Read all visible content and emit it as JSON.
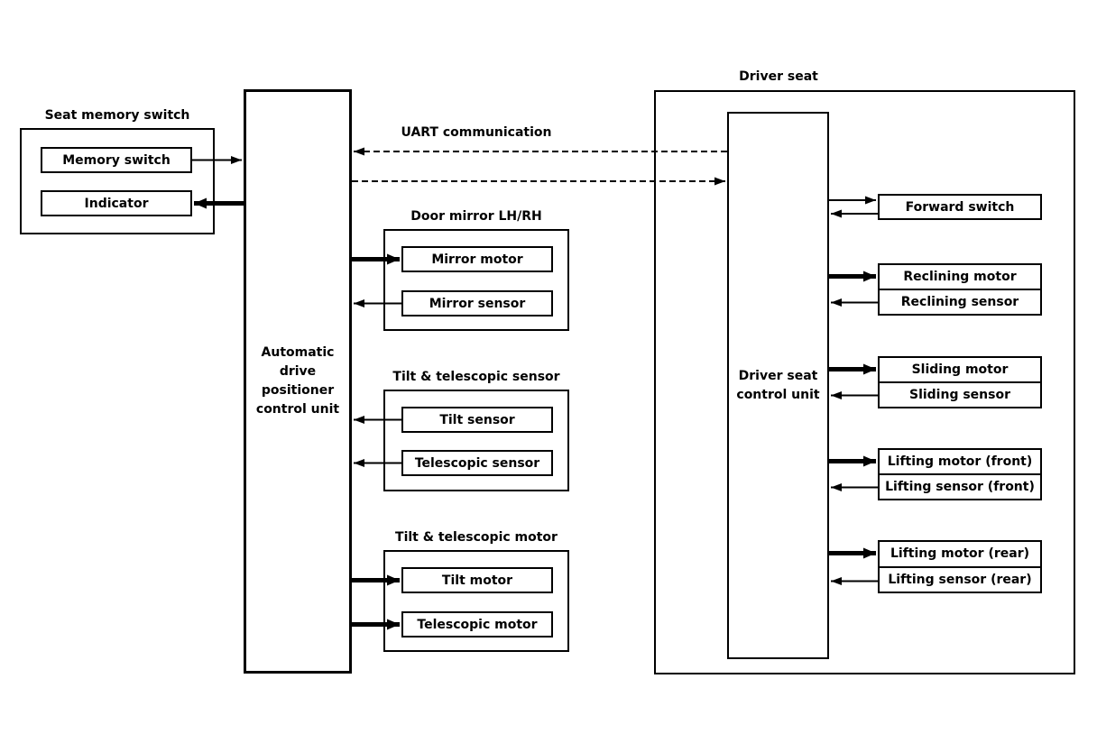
{
  "seat_memory_switch": {
    "title": "Seat memory switch",
    "memory_switch": "Memory switch",
    "indicator": "Indicator"
  },
  "adp_control_unit": {
    "label": "Automatic drive positioner control unit"
  },
  "uart": {
    "label": "UART communication"
  },
  "door_mirror": {
    "title": "Door mirror LH/RH",
    "motor": "Mirror motor",
    "sensor": "Mirror sensor"
  },
  "tilt_telescopic_sensor": {
    "title": "Tilt & telescopic sensor",
    "tilt": "Tilt sensor",
    "telescopic": "Telescopic sensor"
  },
  "tilt_telescopic_motor": {
    "title": "Tilt & telescopic motor",
    "tilt": "Tilt motor",
    "telescopic": "Telescopic motor"
  },
  "driver_seat": {
    "title": "Driver seat",
    "control_unit": "Driver seat control unit",
    "forward_switch": "Forward switch",
    "reclining": {
      "motor": "Reclining motor",
      "sensor": "Reclining sensor"
    },
    "sliding": {
      "motor": "Sliding motor",
      "sensor": "Sliding sensor"
    },
    "lifting_front": {
      "motor": "Lifting motor (front)",
      "sensor": "Lifting sensor (front)"
    },
    "lifting_rear": {
      "motor": "Lifting motor (rear)",
      "sensor": "Lifting sensor (rear)"
    }
  },
  "colors": {
    "line": "#000000",
    "background": "#ffffff",
    "text": "#000000"
  }
}
